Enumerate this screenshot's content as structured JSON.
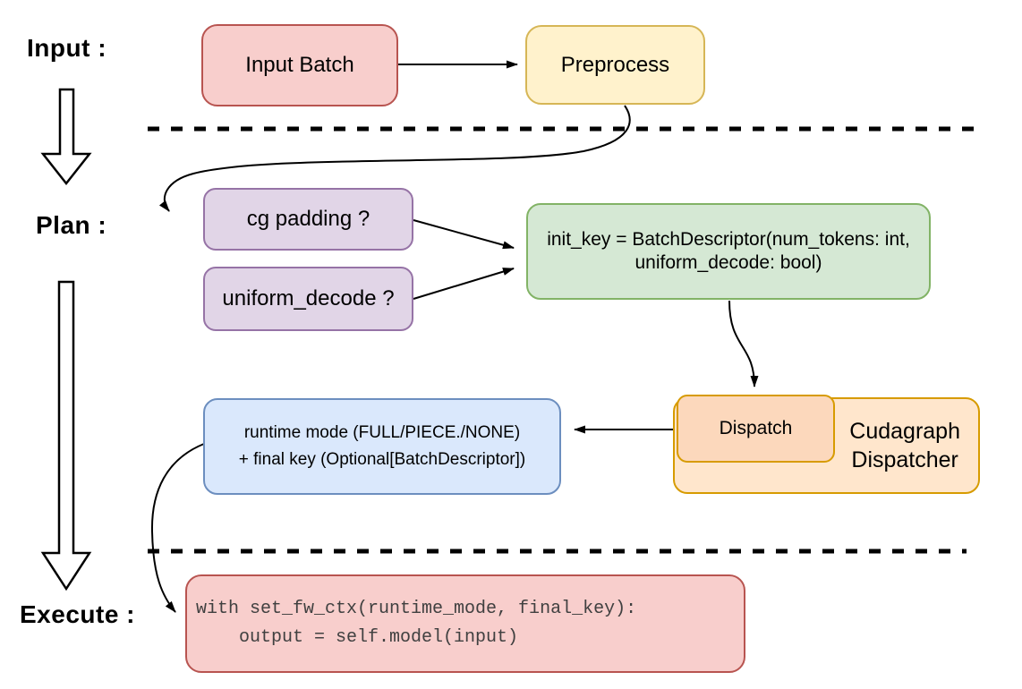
{
  "title": "Cudagraph dispatch flow diagram",
  "sections": {
    "input_label": "Input :",
    "plan_label": "Plan :",
    "execute_label": "Execute :"
  },
  "nodes": {
    "input_batch": {
      "label": "Input Batch",
      "fill": "#f8cecc",
      "border": "#b85450"
    },
    "preprocess": {
      "label": "Preprocess",
      "fill": "#fff2cc",
      "border": "#d6b656"
    },
    "cg_padding": {
      "label": "cg padding ?",
      "fill": "#e1d5e7",
      "border": "#9673a6"
    },
    "uniform_decode": {
      "label": "uniform_decode ?",
      "fill": "#e1d5e7",
      "border": "#9673a6"
    },
    "init_key": {
      "lines": [
        "init_key = BatchDescriptor(num_tokens: int,",
        "uniform_decode: bool)"
      ],
      "fill": "#d5e8d4",
      "border": "#82b366"
    },
    "dispatch": {
      "label": "Dispatch",
      "fill": "#fcd8bc",
      "border": "#d79b00"
    },
    "cudagraph_dispatcher": {
      "lines": [
        "Cudagraph",
        "Dispatcher"
      ],
      "fill": "#ffe6cc",
      "border": "#d79b00"
    },
    "runtime_mode": {
      "lines": [
        "runtime mode (FULL/PIECE./NONE)",
        "+ final key (Optional[BatchDescriptor])"
      ],
      "fill": "#dae8fc",
      "border": "#6c8ebf"
    },
    "execute_code": {
      "lines": [
        "with set_fw_ctx(runtime_mode, final_key):",
        "    output = self.model(input)"
      ],
      "fill": "#f8cecc",
      "border": "#b85450"
    }
  },
  "connectors": {
    "stroke_color": "#000000",
    "dashed_separator_count": 2
  }
}
